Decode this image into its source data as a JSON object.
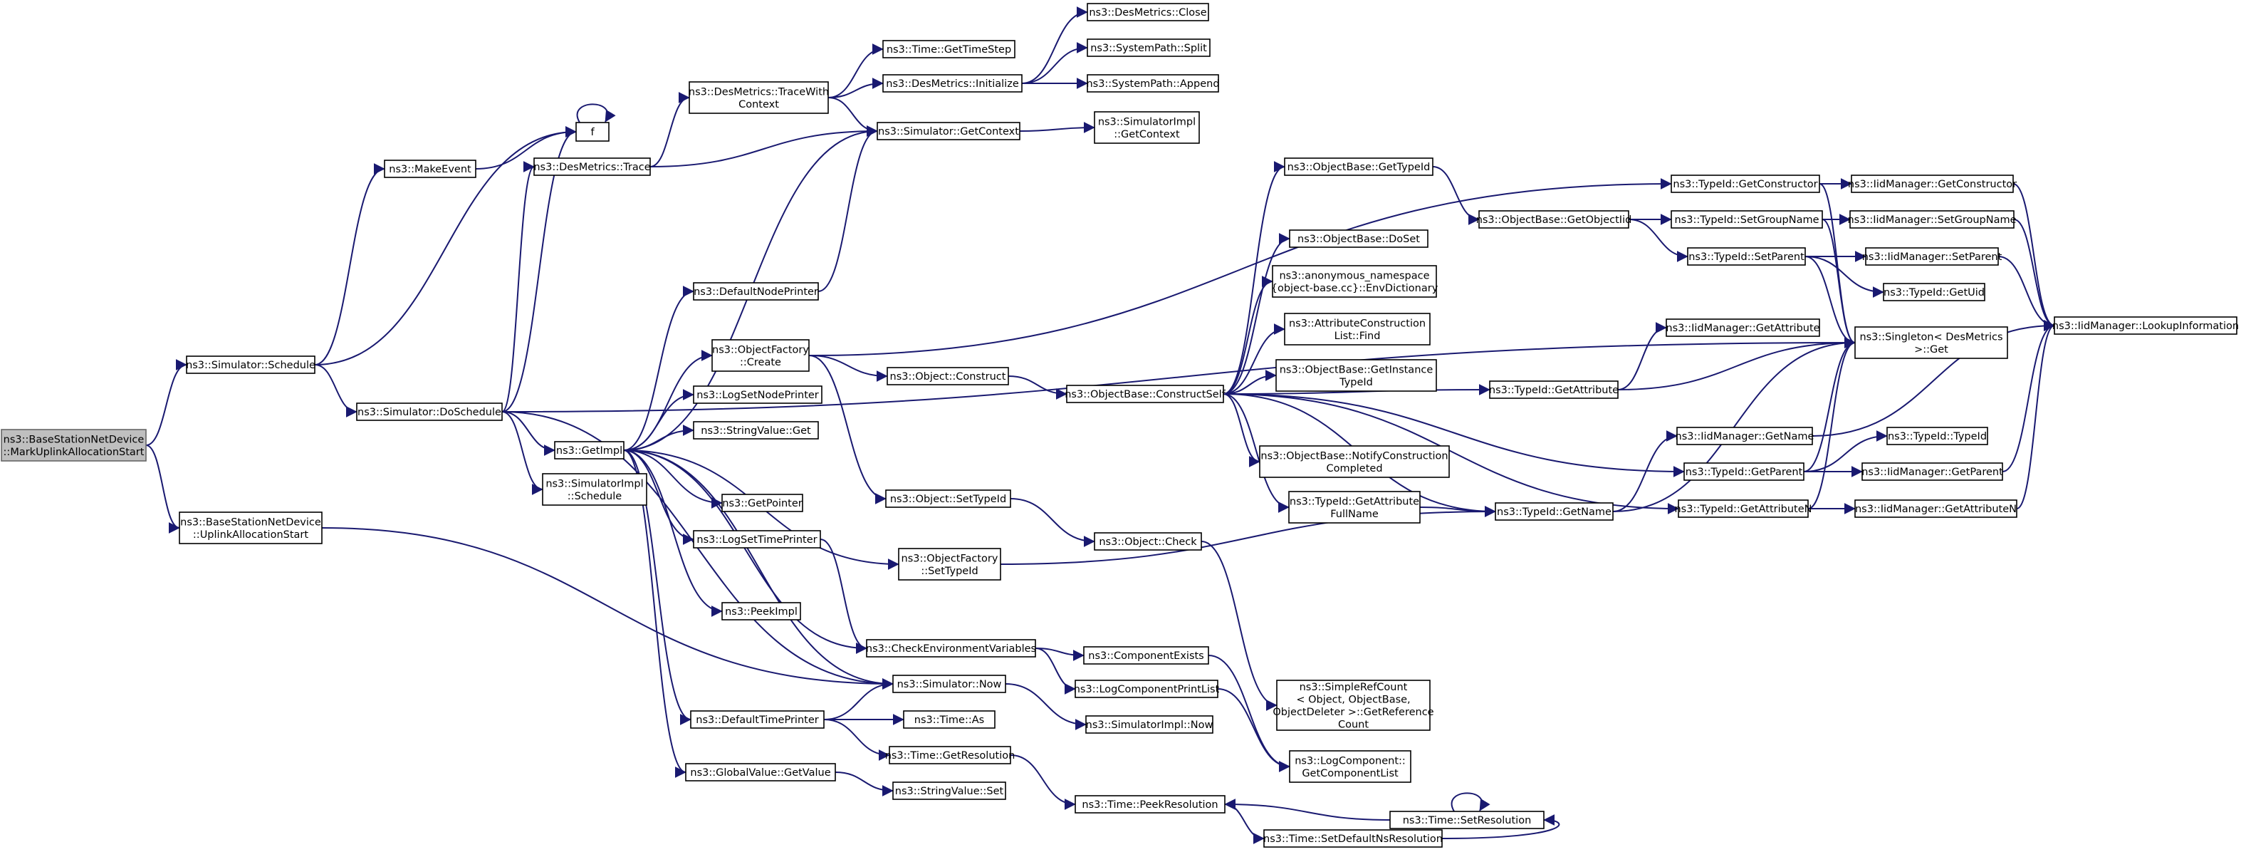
{
  "diagram": {
    "type": "call-graph",
    "colors": {
      "edge": "#191970",
      "node_border": "#000000",
      "root_fill": "#bfbfbf",
      "node_fill": "#ffffff"
    },
    "nodes": [
      {
        "id": "root",
        "lines": [
          "ns3::BaseStationNetDevice",
          "::MarkUplinkAllocationStart"
        ]
      },
      {
        "id": "schedule",
        "lines": [
          "ns3::Simulator::Schedule"
        ]
      },
      {
        "id": "uplink",
        "lines": [
          "ns3::BaseStationNetDevice",
          "::UplinkAllocationStart"
        ]
      },
      {
        "id": "makeevent",
        "lines": [
          "ns3::MakeEvent"
        ]
      },
      {
        "id": "f",
        "lines": [
          "f"
        ]
      },
      {
        "id": "doschedule",
        "lines": [
          "ns3::Simulator::DoSchedule"
        ]
      },
      {
        "id": "destrace",
        "lines": [
          "ns3::DesMetrics::Trace"
        ]
      },
      {
        "id": "getimpl",
        "lines": [
          "ns3::GetImpl"
        ]
      },
      {
        "id": "simimplsched",
        "lines": [
          "ns3::SimulatorImpl",
          "::Schedule"
        ]
      },
      {
        "id": "tracewith",
        "lines": [
          "ns3::DesMetrics::TraceWith",
          "Context"
        ]
      },
      {
        "id": "gettimestep",
        "lines": [
          "ns3::Time::GetTimeStep"
        ]
      },
      {
        "id": "desinit",
        "lines": [
          "ns3::DesMetrics::Initialize"
        ]
      },
      {
        "id": "desclose",
        "lines": [
          "ns3::DesMetrics::Close"
        ]
      },
      {
        "id": "split",
        "lines": [
          "ns3::SystemPath::Split"
        ]
      },
      {
        "id": "append",
        "lines": [
          "ns3::SystemPath::Append"
        ]
      },
      {
        "id": "simgetctx",
        "lines": [
          "ns3::Simulator::GetContext"
        ]
      },
      {
        "id": "implgetctx",
        "lines": [
          "ns3::SimulatorImpl",
          "::GetContext"
        ]
      },
      {
        "id": "defnodeprinter",
        "lines": [
          "ns3::DefaultNodePrinter"
        ]
      },
      {
        "id": "objfactcreate",
        "lines": [
          "ns3::ObjectFactory",
          "::Create"
        ]
      },
      {
        "id": "lognodeprinter",
        "lines": [
          "ns3::LogSetNodePrinter"
        ]
      },
      {
        "id": "strvalget",
        "lines": [
          "ns3::StringValue::Get"
        ]
      },
      {
        "id": "getpointer",
        "lines": [
          "ns3::GetPointer"
        ]
      },
      {
        "id": "logtimeprinter",
        "lines": [
          "ns3::LogSetTimePrinter"
        ]
      },
      {
        "id": "peekimpl",
        "lines": [
          "ns3::PeekImpl"
        ]
      },
      {
        "id": "deftimeprinter",
        "lines": [
          "ns3::DefaultTimePrinter"
        ]
      },
      {
        "id": "gvgetvalue",
        "lines": [
          "ns3::GlobalValue::GetValue"
        ]
      },
      {
        "id": "objconstruct",
        "lines": [
          "ns3::Object::Construct"
        ]
      },
      {
        "id": "objsettypeid",
        "lines": [
          "ns3::Object::SetTypeId"
        ]
      },
      {
        "id": "factsettypeid",
        "lines": [
          "ns3::ObjectFactory",
          "::SetTypeId"
        ]
      },
      {
        "id": "checkenv",
        "lines": [
          "ns3::CheckEnvironmentVariables"
        ]
      },
      {
        "id": "simnow",
        "lines": [
          "ns3::Simulator::Now"
        ]
      },
      {
        "id": "timeas",
        "lines": [
          "ns3::Time::As"
        ]
      },
      {
        "id": "getresolution",
        "lines": [
          "ns3::Time::GetResolution"
        ]
      },
      {
        "id": "strvalset",
        "lines": [
          "ns3::StringValue::Set"
        ]
      },
      {
        "id": "constructself",
        "lines": [
          "ns3::ObjectBase::ConstructSelf"
        ]
      },
      {
        "id": "objcheck",
        "lines": [
          "ns3::Object::Check"
        ]
      },
      {
        "id": "compexists",
        "lines": [
          "ns3::ComponentExists"
        ]
      },
      {
        "id": "logcompprint",
        "lines": [
          "ns3::LogComponentPrintList"
        ]
      },
      {
        "id": "implnow",
        "lines": [
          "ns3::SimulatorImpl::Now"
        ]
      },
      {
        "id": "peekres",
        "lines": [
          "ns3::Time::PeekResolution"
        ]
      },
      {
        "id": "setdefns",
        "lines": [
          "ns3::Time::SetDefaultNsResolution"
        ]
      },
      {
        "id": "setres",
        "lines": [
          "ns3::Time::SetResolution"
        ]
      },
      {
        "id": "obgettypeid",
        "lines": [
          "ns3::ObjectBase::GetTypeId"
        ]
      },
      {
        "id": "dosetob",
        "lines": [
          "ns3::ObjectBase::DoSet"
        ]
      },
      {
        "id": "envdict",
        "lines": [
          "ns3::anonymous_namespace",
          "{object-base.cc}::EnvDictionary"
        ]
      },
      {
        "id": "attrfind",
        "lines": [
          "ns3::AttributeConstruction",
          "List::Find"
        ]
      },
      {
        "id": "getinsttid",
        "lines": [
          "ns3::ObjectBase::GetInstance",
          "TypeId"
        ]
      },
      {
        "id": "notifycc",
        "lines": [
          "ns3::ObjectBase::NotifyConstruction",
          "Completed"
        ]
      },
      {
        "id": "getattrfull",
        "lines": [
          "ns3::TypeId::GetAttribute",
          "FullName"
        ]
      },
      {
        "id": "simplerefcount",
        "lines": [
          "ns3::SimpleRefCount",
          "< Object, ObjectBase,",
          "ObjectDeleter >::GetReference",
          "Count"
        ]
      },
      {
        "id": "getcomplist",
        "lines": [
          "ns3::LogComponent::",
          "GetComponentList"
        ]
      },
      {
        "id": "getobjectiid",
        "lines": [
          "ns3::ObjectBase::GetObjectIid"
        ]
      },
      {
        "id": "tidgetattr",
        "lines": [
          "ns3::TypeId::GetAttribute"
        ]
      },
      {
        "id": "tidgetname",
        "lines": [
          "ns3::TypeId::GetName"
        ]
      },
      {
        "id": "tidgetctor",
        "lines": [
          "ns3::TypeId::GetConstructor"
        ]
      },
      {
        "id": "tidsetgroup",
        "lines": [
          "ns3::TypeId::SetGroupName"
        ]
      },
      {
        "id": "tidsetparent",
        "lines": [
          "ns3::TypeId::SetParent"
        ]
      },
      {
        "id": "iidgetattr",
        "lines": [
          "ns3::IidManager::GetAttribute"
        ]
      },
      {
        "id": "iidgetname",
        "lines": [
          "ns3::IidManager::GetName"
        ]
      },
      {
        "id": "tidgetparent",
        "lines": [
          "ns3::TypeId::GetParent"
        ]
      },
      {
        "id": "tidgetattrn",
        "lines": [
          "ns3::TypeId::GetAttributeN"
        ]
      },
      {
        "id": "iidgetctor",
        "lines": [
          "ns3::IidManager::GetConstructor"
        ]
      },
      {
        "id": "iidsetgroup",
        "lines": [
          "ns3::IidManager::SetGroupName"
        ]
      },
      {
        "id": "iidsetparent",
        "lines": [
          "ns3::IidManager::SetParent"
        ]
      },
      {
        "id": "tidgetuid",
        "lines": [
          "ns3::TypeId::GetUid"
        ]
      },
      {
        "id": "singleton",
        "lines": [
          "ns3::Singleton< DesMetrics",
          ">::Get"
        ]
      },
      {
        "id": "tidtypeid",
        "lines": [
          "ns3::TypeId::TypeId"
        ]
      },
      {
        "id": "iidgetparent",
        "lines": [
          "ns3::IidManager::GetParent"
        ]
      },
      {
        "id": "iidgetattrn",
        "lines": [
          "ns3::IidManager::GetAttributeN"
        ]
      },
      {
        "id": "lookupinfo",
        "lines": [
          "ns3::IidManager::LookupInformation"
        ]
      }
    ],
    "edges": [
      [
        "root",
        "schedule"
      ],
      [
        "root",
        "uplink"
      ],
      [
        "schedule",
        "makeevent"
      ],
      [
        "schedule",
        "f"
      ],
      [
        "schedule",
        "doschedule"
      ],
      [
        "uplink",
        "simnow"
      ],
      [
        "makeevent",
        "f"
      ],
      [
        "f",
        "f"
      ],
      [
        "doschedule",
        "destrace"
      ],
      [
        "doschedule",
        "getimpl"
      ],
      [
        "doschedule",
        "simimplsched"
      ],
      [
        "doschedule",
        "simnow"
      ],
      [
        "doschedule",
        "singleton"
      ],
      [
        "doschedule",
        "f"
      ],
      [
        "destrace",
        "tracewith"
      ],
      [
        "destrace",
        "simgetctx"
      ],
      [
        "tracewith",
        "gettimestep"
      ],
      [
        "tracewith",
        "desinit"
      ],
      [
        "tracewith",
        "simgetctx"
      ],
      [
        "desinit",
        "desclose"
      ],
      [
        "desinit",
        "split"
      ],
      [
        "desinit",
        "append"
      ],
      [
        "simgetctx",
        "implgetctx"
      ],
      [
        "getimpl",
        "simgetctx"
      ],
      [
        "getimpl",
        "defnodeprinter"
      ],
      [
        "getimpl",
        "objfactcreate"
      ],
      [
        "getimpl",
        "lognodeprinter"
      ],
      [
        "getimpl",
        "strvalget"
      ],
      [
        "getimpl",
        "getpointer"
      ],
      [
        "getimpl",
        "logtimeprinter"
      ],
      [
        "getimpl",
        "peekimpl"
      ],
      [
        "getimpl",
        "deftimeprinter"
      ],
      [
        "getimpl",
        "gvgetvalue"
      ],
      [
        "getimpl",
        "factsettypeid"
      ],
      [
        "getimpl",
        "checkenv"
      ],
      [
        "getimpl",
        "simnow"
      ],
      [
        "defnodeprinter",
        "simgetctx"
      ],
      [
        "objfactcreate",
        "tidgetctor"
      ],
      [
        "objfactcreate",
        "objconstruct"
      ],
      [
        "objfactcreate",
        "objsettypeid"
      ],
      [
        "logtimeprinter",
        "checkenv"
      ],
      [
        "deftimeprinter",
        "simnow"
      ],
      [
        "deftimeprinter",
        "timeas"
      ],
      [
        "deftimeprinter",
        "getresolution"
      ],
      [
        "gvgetvalue",
        "strvalset"
      ],
      [
        "objconstruct",
        "constructself"
      ],
      [
        "objsettypeid",
        "objcheck"
      ],
      [
        "factsettypeid",
        "tidgetname"
      ],
      [
        "checkenv",
        "compexists"
      ],
      [
        "checkenv",
        "logcompprint"
      ],
      [
        "simnow",
        "implnow"
      ],
      [
        "getresolution",
        "peekres"
      ],
      [
        "constructself",
        "obgettypeid"
      ],
      [
        "constructself",
        "dosetob"
      ],
      [
        "constructself",
        "envdict"
      ],
      [
        "constructself",
        "attrfind"
      ],
      [
        "constructself",
        "getinsttid"
      ],
      [
        "constructself",
        "notifycc"
      ],
      [
        "constructself",
        "getattrfull"
      ],
      [
        "constructself",
        "tidgetattr"
      ],
      [
        "constructself",
        "tidgetname"
      ],
      [
        "constructself",
        "tidgetparent"
      ],
      [
        "constructself",
        "tidgetattrn"
      ],
      [
        "objcheck",
        "simplerefcount"
      ],
      [
        "compexists",
        "getcomplist"
      ],
      [
        "logcompprint",
        "getcomplist"
      ],
      [
        "peekres",
        "setdefns"
      ],
      [
        "setdefns",
        "setres"
      ],
      [
        "setres",
        "setres"
      ],
      [
        "setres",
        "peekres"
      ],
      [
        "obgettypeid",
        "getobjectiid"
      ],
      [
        "getattrfull",
        "tidgetname"
      ],
      [
        "getobjectiid",
        "tidsetgroup"
      ],
      [
        "getobjectiid",
        "tidsetparent"
      ],
      [
        "tidgetattr",
        "iidgetattr"
      ],
      [
        "tidgetattr",
        "singleton"
      ],
      [
        "tidgetname",
        "iidgetname"
      ],
      [
        "tidgetname",
        "singleton"
      ],
      [
        "tidgetctor",
        "iidgetctor"
      ],
      [
        "tidgetctor",
        "singleton"
      ],
      [
        "tidsetgroup",
        "iidsetgroup"
      ],
      [
        "tidsetgroup",
        "singleton"
      ],
      [
        "tidsetparent",
        "iidsetparent"
      ],
      [
        "tidsetparent",
        "tidgetuid"
      ],
      [
        "tidsetparent",
        "singleton"
      ],
      [
        "iidgetname",
        "lookupinfo"
      ],
      [
        "tidgetparent",
        "tidtypeid"
      ],
      [
        "tidgetparent",
        "iidgetparent"
      ],
      [
        "tidgetparent",
        "singleton"
      ],
      [
        "tidgetattrn",
        "iidgetattrn"
      ],
      [
        "tidgetattrn",
        "singleton"
      ],
      [
        "iidgetctor",
        "lookupinfo"
      ],
      [
        "iidsetgroup",
        "lookupinfo"
      ],
      [
        "iidsetparent",
        "lookupinfo"
      ],
      [
        "iidgetparent",
        "lookupinfo"
      ],
      [
        "iidgetattrn",
        "lookupinfo"
      ]
    ]
  }
}
